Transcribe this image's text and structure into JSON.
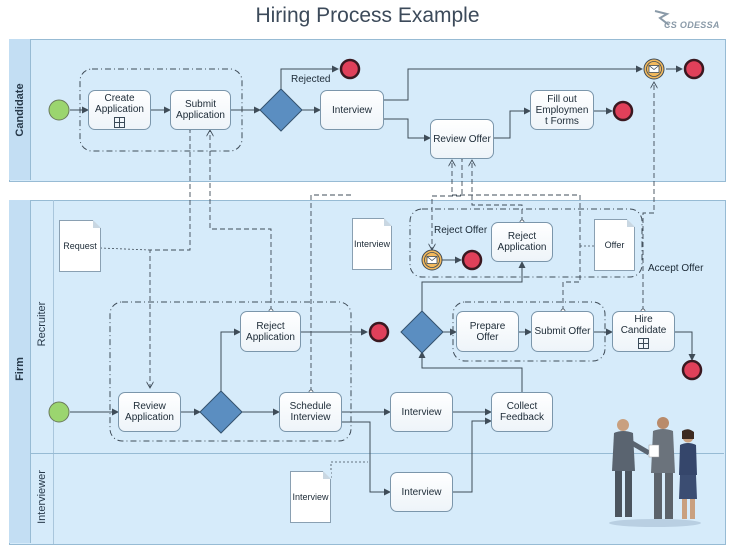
{
  "title": "Hiring Process Example",
  "logo": {
    "text": "CS ODESSA"
  },
  "pools": {
    "candidate": {
      "label": "Candidate"
    },
    "firm": {
      "label": "Firm",
      "lanes": {
        "recruiter": "Recruiter",
        "interviewer": "Interviewer"
      }
    }
  },
  "tasks": {
    "create_application": "Create Application",
    "submit_application": "Submit Application",
    "interview_candidate": "Interview",
    "review_offer": "Review Offer",
    "fill_out_forms": "Fill out Employmen t Forms",
    "reject_application_firm_top": "Reject Application",
    "reject_application_recruiter": "Reject Application",
    "prepare_offer": "Prepare Offer",
    "submit_offer": "Submit Offer",
    "hire_candidate": "Hire Candidate",
    "review_application": "Review Application",
    "schedule_interview": "Schedule Interview",
    "interview_recruiter": "Interview",
    "collect_feedback": "Collect Feedback",
    "interview_interviewer": "Interview"
  },
  "documents": {
    "request": "Request",
    "interview_top": "Interview",
    "offer": "Offer",
    "interview_bottom": "Interview"
  },
  "edge_labels": {
    "rejected": "Rejected",
    "reject_offer": "Reject Offer",
    "accept_offer": "Accept Offer"
  },
  "colors": {
    "pool_fill": "#d6ebfa",
    "gateway": "#5b8ec1",
    "start_event": "#9bd56f",
    "end_event": "#e0405a",
    "message_event": "#f3b95d"
  }
}
